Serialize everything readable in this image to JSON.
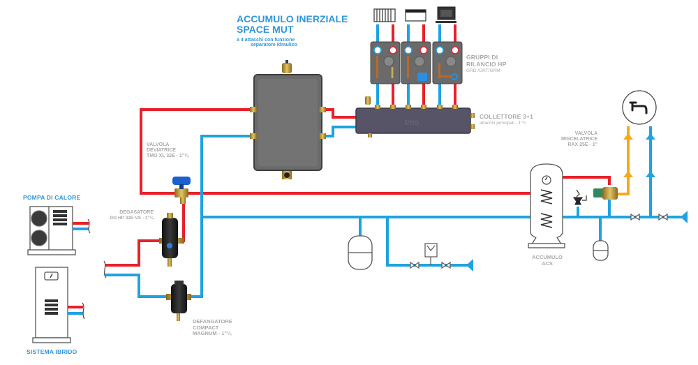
{
  "title": {
    "line1": "ACCUMULO INERZIALE",
    "line2": "SPACE MUT",
    "sub1": "a 4 attacchi con funzione",
    "sub2": "separatore idraulico"
  },
  "labels": {
    "gruppi": {
      "line1": "GRUPPI DI",
      "line2": "RILANCIO HP",
      "sub": "GRD /GRT/GRM"
    },
    "collettore": {
      "line1": "COLLETTORE 3+1",
      "sub": "attacchi principali - 1\"¼"
    },
    "valvola_miscelatrice": {
      "line1": "VALVOLA",
      "line2": "MISCELATRICE",
      "line3": "RAX 25E - 1\""
    },
    "valvola_deviatrice": {
      "line1": "VALVOLA",
      "line2": "DEVIATRICE",
      "line3": "TMO XL 32E - 1\"¼"
    },
    "degasatore": {
      "line1": "DEGASATORE",
      "line2": "DG HP 32E-VS - 1\"¼"
    },
    "defangatore": {
      "line1": "DEFANGATORE",
      "line2": "COMPACT",
      "line3": "MAGNUM - 1\"¼"
    },
    "pompa": "POMPA DI CALORE",
    "ibrido": "SISTEMA IBRIDO",
    "accumulo_acs": {
      "line1": "ACCUMULO",
      "line2": "ACS"
    },
    "collettore_brand": "tmo"
  },
  "colors": {
    "hot": "#e8202a",
    "cold": "#1fa3e0",
    "mixed": "#f7a81b",
    "title": "#2f97d8",
    "label": "#a9a9a9",
    "tank": "#6b6b6b",
    "collector": "#585468",
    "brass": "#c9a23a"
  },
  "icons": [
    "radiator-icon",
    "floor-heating-icon",
    "fan-coil-icon",
    "faucet-icon",
    "thermometer-icon",
    "fan-icon",
    "expansion-vessel-icon",
    "valve-icon",
    "safety-valve-icon",
    "pressure-reducer-icon"
  ]
}
